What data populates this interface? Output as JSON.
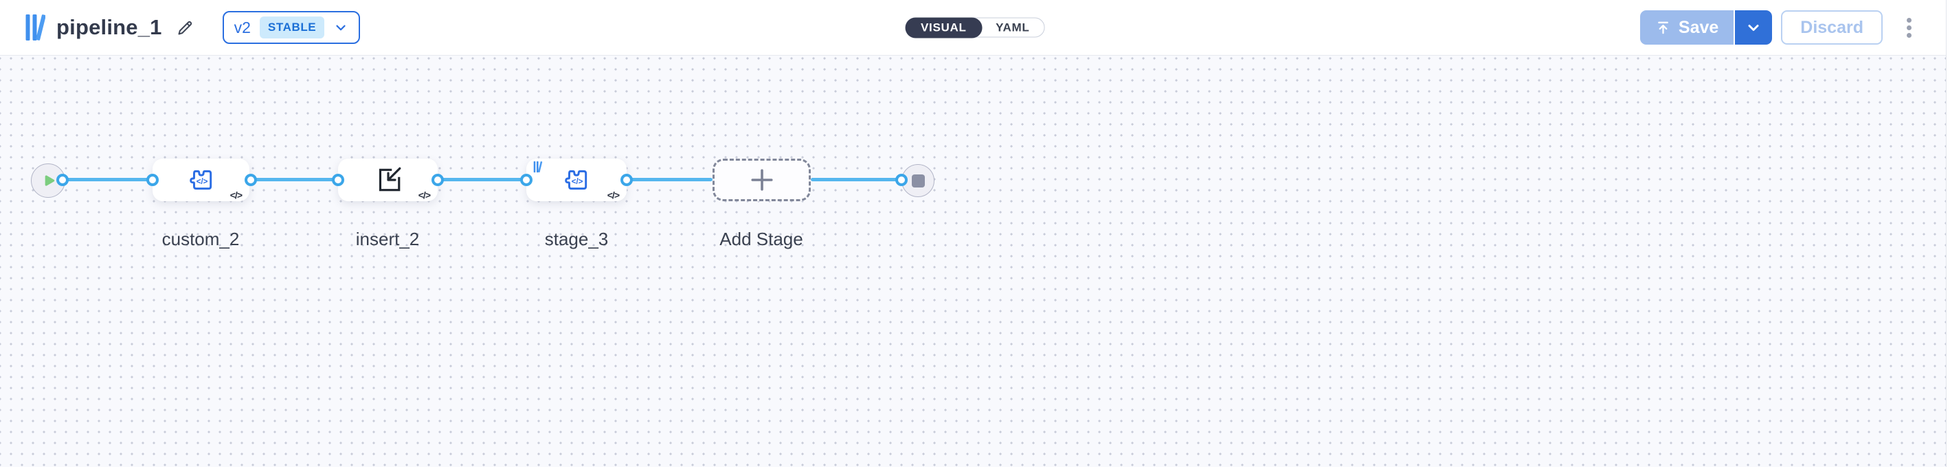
{
  "header": {
    "title": "pipeline_1",
    "version_selector": {
      "version": "v2",
      "status": "STABLE"
    },
    "view_toggle": {
      "visual_label": "VISUAL",
      "yaml_label": "YAML",
      "selected": "VISUAL"
    },
    "save_label": "Save",
    "discard_label": "Discard"
  },
  "glyphs": {
    "code": "</>"
  },
  "pipeline": {
    "stages": [
      {
        "name": "custom_2",
        "icon": "function-code-icon"
      },
      {
        "name": "insert_2",
        "icon": "insert-icon"
      },
      {
        "name": "stage_3",
        "icon": "function-code-icon",
        "badge": "pack-icon"
      }
    ],
    "add_stage_label": "Add Stage"
  },
  "colors": {
    "accent_blue": "#2b6fe0",
    "edge_blue": "#55b6ee",
    "port_ring": "#3ba6e9",
    "save_fill_disabled": "#9cbbec",
    "save_caret_fill": "#3070d8",
    "toggle_selected_bg": "#363c52",
    "play_green": "#7ccd7f",
    "stop_gray": "#8b90a4",
    "canvas_bg": "#f8f9fd"
  }
}
